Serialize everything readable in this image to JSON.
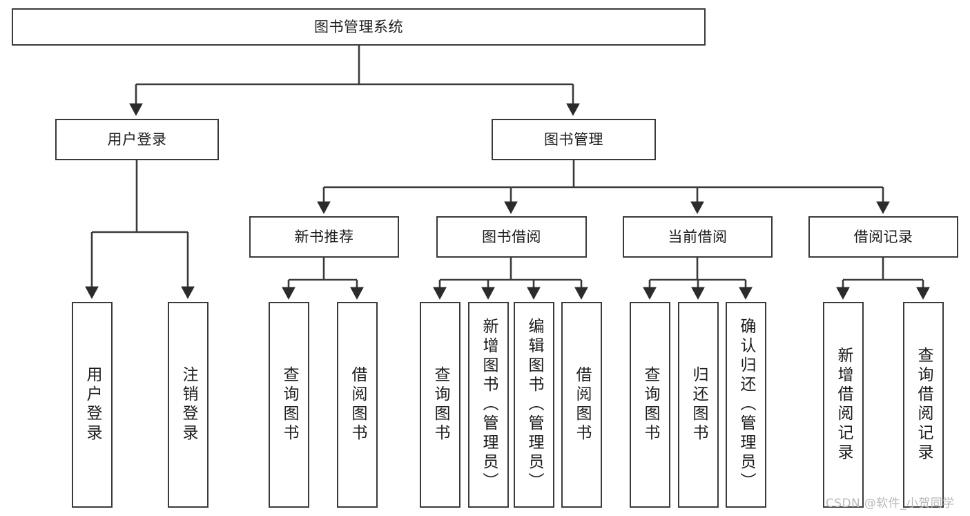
{
  "diagram": {
    "type": "tree-hierarchy-chart",
    "title": "图书管理系统",
    "root": {
      "label": "图书管理系统"
    },
    "level2": [
      {
        "label": "用户登录"
      },
      {
        "label": "图书管理"
      }
    ],
    "level3": [
      {
        "label": "新书推荐"
      },
      {
        "label": "图书借阅"
      },
      {
        "label": "当前借阅"
      },
      {
        "label": "借阅记录"
      }
    ],
    "leaves": {
      "user_login": [
        {
          "label": "用户登录"
        },
        {
          "label": "注销登录"
        }
      ],
      "new_book_recommend": [
        {
          "label": "查询图书"
        },
        {
          "label": "借阅图书"
        }
      ],
      "book_borrow": [
        {
          "label": "查询图书"
        },
        {
          "label": "新增图书（管理员）"
        },
        {
          "label": "编辑图书（管理员）"
        },
        {
          "label": "借阅图书"
        }
      ],
      "current_borrow": [
        {
          "label": "查询图书"
        },
        {
          "label": "归还图书"
        },
        {
          "label": "确认归还（管理员）"
        }
      ],
      "borrow_record": [
        {
          "label": "新增借阅记录"
        },
        {
          "label": "查询借阅记录"
        }
      ]
    },
    "colors": {
      "box_border": "#3a3a3a",
      "box_fill": "#ffffff",
      "text": "#1c1c1c",
      "connector": "#3a3a3a",
      "background": "#ffffff",
      "watermark": "#b9b9b9"
    }
  },
  "watermark": {
    "text": "CSDN @软件_小贺同学"
  }
}
